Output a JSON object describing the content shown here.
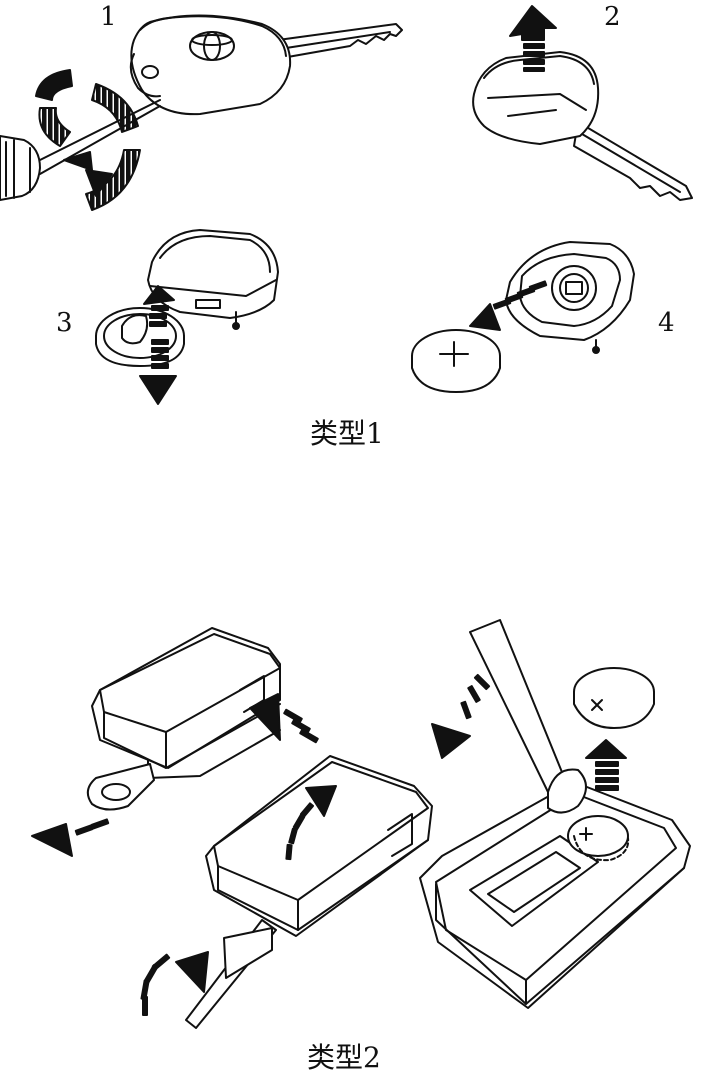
{
  "type1": {
    "caption": "类型1",
    "steps": [
      "1",
      "2",
      "3",
      "4"
    ]
  },
  "type2": {
    "caption": "类型2"
  },
  "colors": {
    "ink": "#111111",
    "background": "#ffffff"
  },
  "icons": [
    "key-icon",
    "screwdriver-icon",
    "coin-icon",
    "coin-battery-icon",
    "smart-key-icon",
    "arrow-icon"
  ]
}
